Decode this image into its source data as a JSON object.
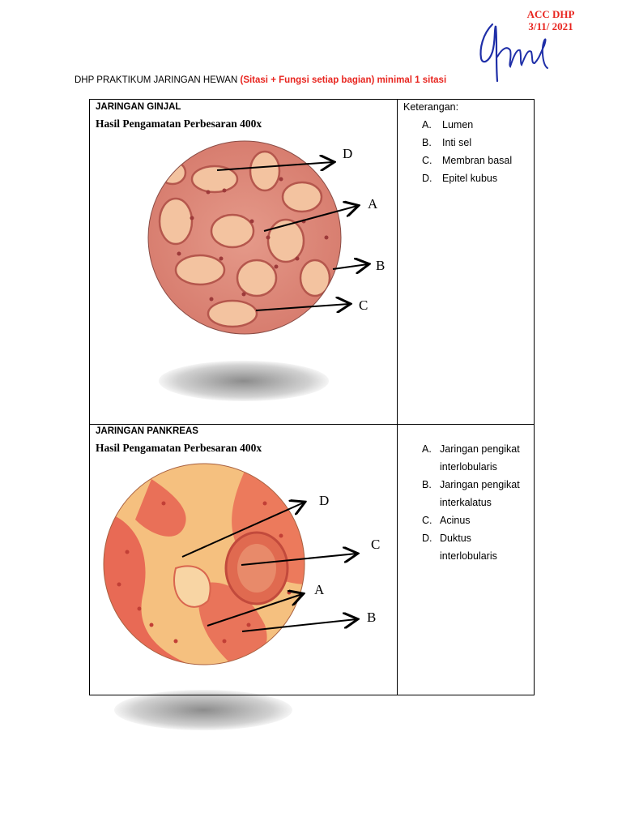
{
  "approval": {
    "line1": "ACC DHP",
    "line2": "3/11/ 2021"
  },
  "header": {
    "title_prefix": "DHP PRAKTIKUM JARINGAN HEWAN",
    "title_red": "(Sitasi + Fungsi setiap bagian) minimal 1 sitasi"
  },
  "sections": [
    {
      "title": "JARINGAN GINJAL",
      "subtitle": "Hasil Pengamatan Perbesaran 400x",
      "legend_heading": "Keterangan:",
      "legend": [
        {
          "marker": "A.",
          "text": "Lumen"
        },
        {
          "marker": "B.",
          "text": "Inti sel"
        },
        {
          "marker": "C.",
          "text": "Membran basal"
        },
        {
          "marker": "D.",
          "text": "Epitel kubus"
        }
      ],
      "labels": {
        "a": "A",
        "b": "B",
        "c": "C",
        "d": "D"
      }
    },
    {
      "title": "JARINGAN PANKREAS",
      "subtitle": "Hasil Pengamatan Perbesaran 400x",
      "legend": [
        {
          "marker": "A.",
          "text": "Jaringan pengikat",
          "cont": "interlobularis"
        },
        {
          "marker": "B.",
          "text": "Jaringan pengikat",
          "cont": "interkalatus"
        },
        {
          "marker": "C.",
          "text": "Acinus"
        },
        {
          "marker": "D.",
          "text": "Duktus",
          "cont": "interlobularis"
        }
      ],
      "labels": {
        "a": "A",
        "b": "B",
        "c": "C",
        "d": "D"
      }
    }
  ],
  "colors": {
    "stamp_red": "#e8251f",
    "signature_blue": "#1f2fa8",
    "kidney_tissue": "#dd8a7c",
    "pancreas_tissue": "#f6c485"
  }
}
